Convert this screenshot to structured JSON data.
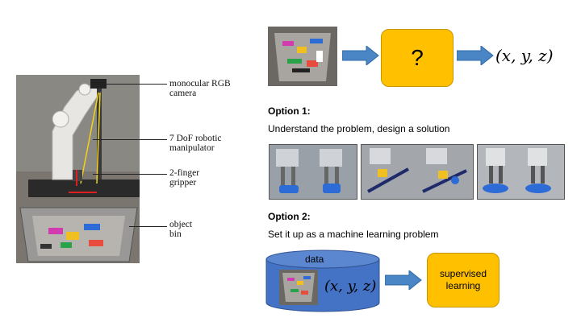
{
  "left_figure": {
    "labels": {
      "camera": [
        "monocular RGB",
        "camera"
      ],
      "manipulator": [
        "7 DoF robotic",
        "manipulator"
      ],
      "gripper": [
        "2-finger",
        "gripper"
      ],
      "bin": [
        "object",
        "bin"
      ]
    }
  },
  "top_flow": {
    "unknown": "?",
    "output": "(x, y, z)"
  },
  "option1": {
    "title": "Option 1:",
    "text": "Understand the problem, design a solution"
  },
  "option2": {
    "title": "Option 2:",
    "text": "Set it up as a machine learning problem",
    "data_label": "data",
    "data_coords": "(x, y, z)",
    "supervised_label": [
      "supervised",
      "learning"
    ]
  },
  "colors": {
    "accent_yellow": "#FFC000",
    "arrow_blue": "#4A86C5",
    "cylinder_blue": "#4472C4"
  }
}
